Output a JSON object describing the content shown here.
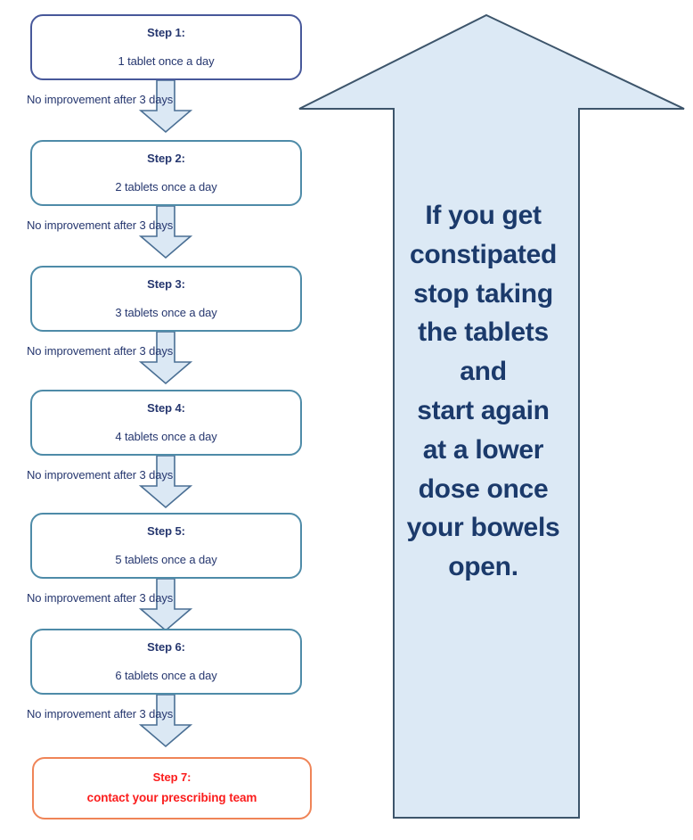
{
  "document": {
    "title": "Laxative dose escalation flow chart",
    "background_color": "#ffffff"
  },
  "colors": {
    "step_border_first": "#47589a",
    "step_border": "#4e8ba8",
    "step_border_alert": "#ef8457",
    "step_text": "#26376f",
    "alert_text": "#fb1c1c",
    "arrow_fill": "#dce9f5",
    "arrow_stroke": "#3d556b",
    "arrow_text": "#1b3a6b",
    "connector_fill": "#dbe8f4",
    "connector_stroke": "#4a6f94"
  },
  "flow": {
    "steps": [
      {
        "title": "Step 1:",
        "detail": "1 tablet once a day",
        "variant": "first"
      },
      {
        "title": "Step 2:",
        "detail": "2 tablets once a day",
        "variant": "normal"
      },
      {
        "title": "Step 3:",
        "detail": "3 tablets once a day",
        "variant": "normal"
      },
      {
        "title": "Step 4:",
        "detail": "4 tablets once a day",
        "variant": "normal"
      },
      {
        "title": "Step 5:",
        "detail": "5 tablets once a day",
        "variant": "normal"
      },
      {
        "title": "Step 6:",
        "detail": "6 tablets once a day",
        "variant": "normal"
      },
      {
        "title": "Step 7:",
        "detail": "contact your prescribing team",
        "variant": "alert"
      }
    ],
    "connectors": [
      {
        "label": "No improvement after 3 days"
      },
      {
        "label": "No improvement after 3 days"
      },
      {
        "label": "No improvement after 3 days"
      },
      {
        "label": "No improvement after 3 days"
      },
      {
        "label": "No improvement after 3 days"
      },
      {
        "label": "No improvement after 3 days"
      }
    ]
  },
  "callout": {
    "shape": "up-arrow",
    "lines": [
      "If you get",
      "constipated",
      "stop taking",
      "the tablets",
      "and",
      "start again",
      "at a lower",
      "dose once",
      "your bowels",
      "open."
    ]
  }
}
